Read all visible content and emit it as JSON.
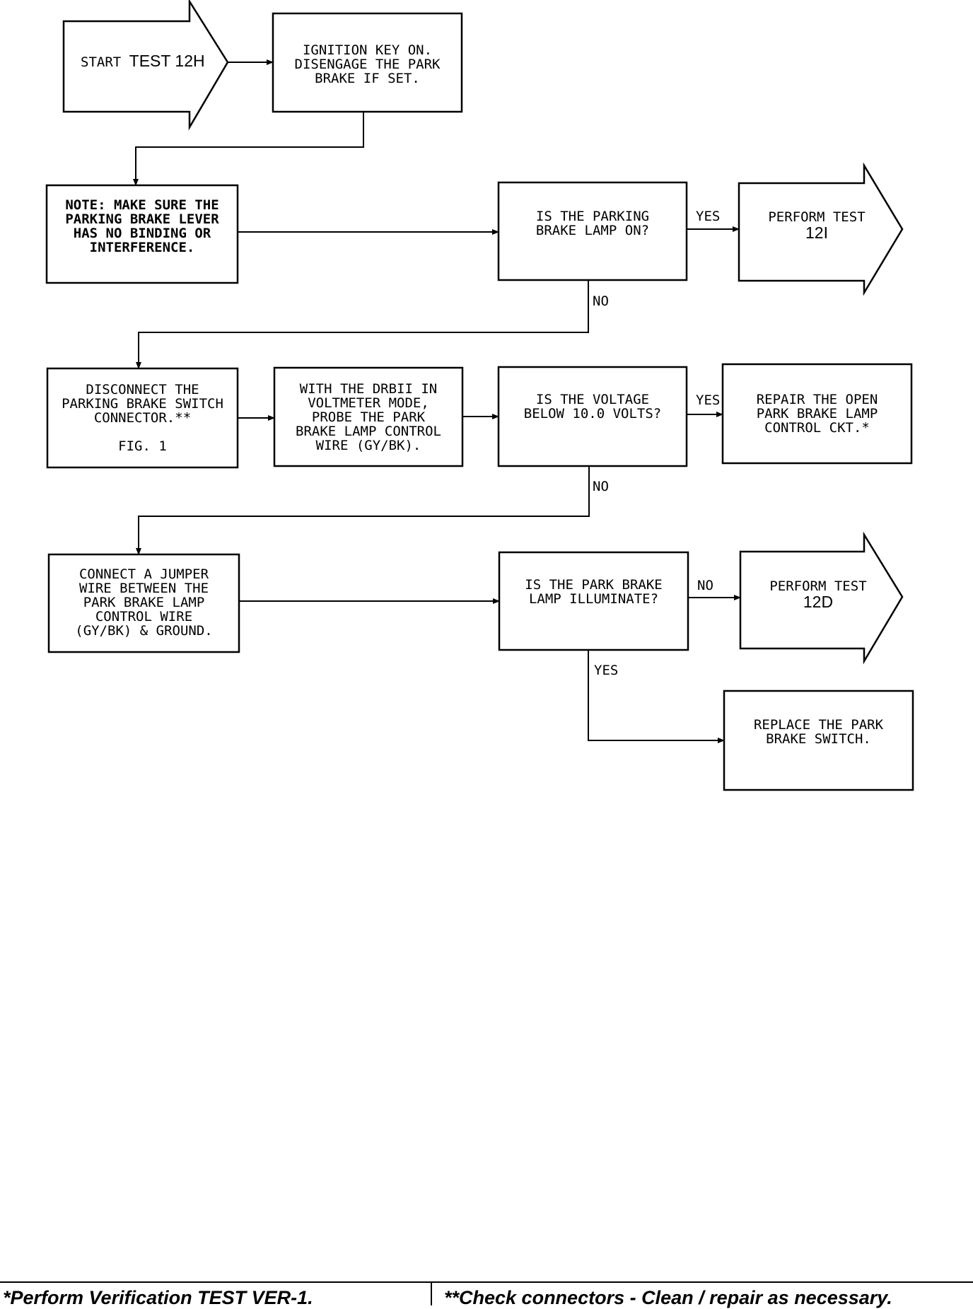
{
  "start": {
    "prefix": "START",
    "label": "TEST 12H"
  },
  "boxes": {
    "ignition": [
      "IGNITION KEY ON.",
      "DISENGAGE THE PARK",
      "BRAKE IF SET."
    ],
    "note": [
      "NOTE: MAKE SURE THE",
      "PARKING BRAKE LEVER",
      "HAS NO BINDING OR",
      "INTERFERENCE."
    ],
    "q_lamp_on": [
      "IS THE PARKING",
      "BRAKE LAMP ON?"
    ],
    "disconnect": [
      "DISCONNECT THE",
      "PARKING BRAKE SWITCH",
      "CONNECTOR.**",
      "",
      "FIG. 1"
    ],
    "probe": [
      "WITH THE DRBII IN",
      "VOLTMETER MODE,",
      "PROBE THE PARK",
      "BRAKE LAMP CONTROL",
      "WIRE (GY/BK)."
    ],
    "q_voltage": [
      "IS THE VOLTAGE",
      "BELOW 10.0 VOLTS?"
    ],
    "repair": [
      "REPAIR THE OPEN",
      "PARK BRAKE LAMP",
      "CONTROL CKT.*"
    ],
    "jumper": [
      "CONNECT A JUMPER",
      "WIRE BETWEEN THE",
      "PARK BRAKE LAMP",
      "CONTROL WIRE",
      "(GY/BK) & GROUND."
    ],
    "q_illuminate": [
      "IS THE PARK BRAKE",
      "LAMP ILLUMINATE?"
    ],
    "replace": [
      "REPLACE THE PARK",
      "BRAKE SWITCH."
    ]
  },
  "perform": {
    "t12i": {
      "line1": "PERFORM TEST",
      "line2": "12I"
    },
    "t12d": {
      "line1": "PERFORM TEST",
      "line2": "12D"
    }
  },
  "labels": {
    "yes1": "YES",
    "no1": "NO",
    "yes2": "YES",
    "no2": "NO",
    "no3": "NO",
    "yes3": "YES"
  },
  "footer": {
    "left": "*Perform Verification TEST VER-1.",
    "right": "**Check connectors - Clean / repair as necessary."
  }
}
